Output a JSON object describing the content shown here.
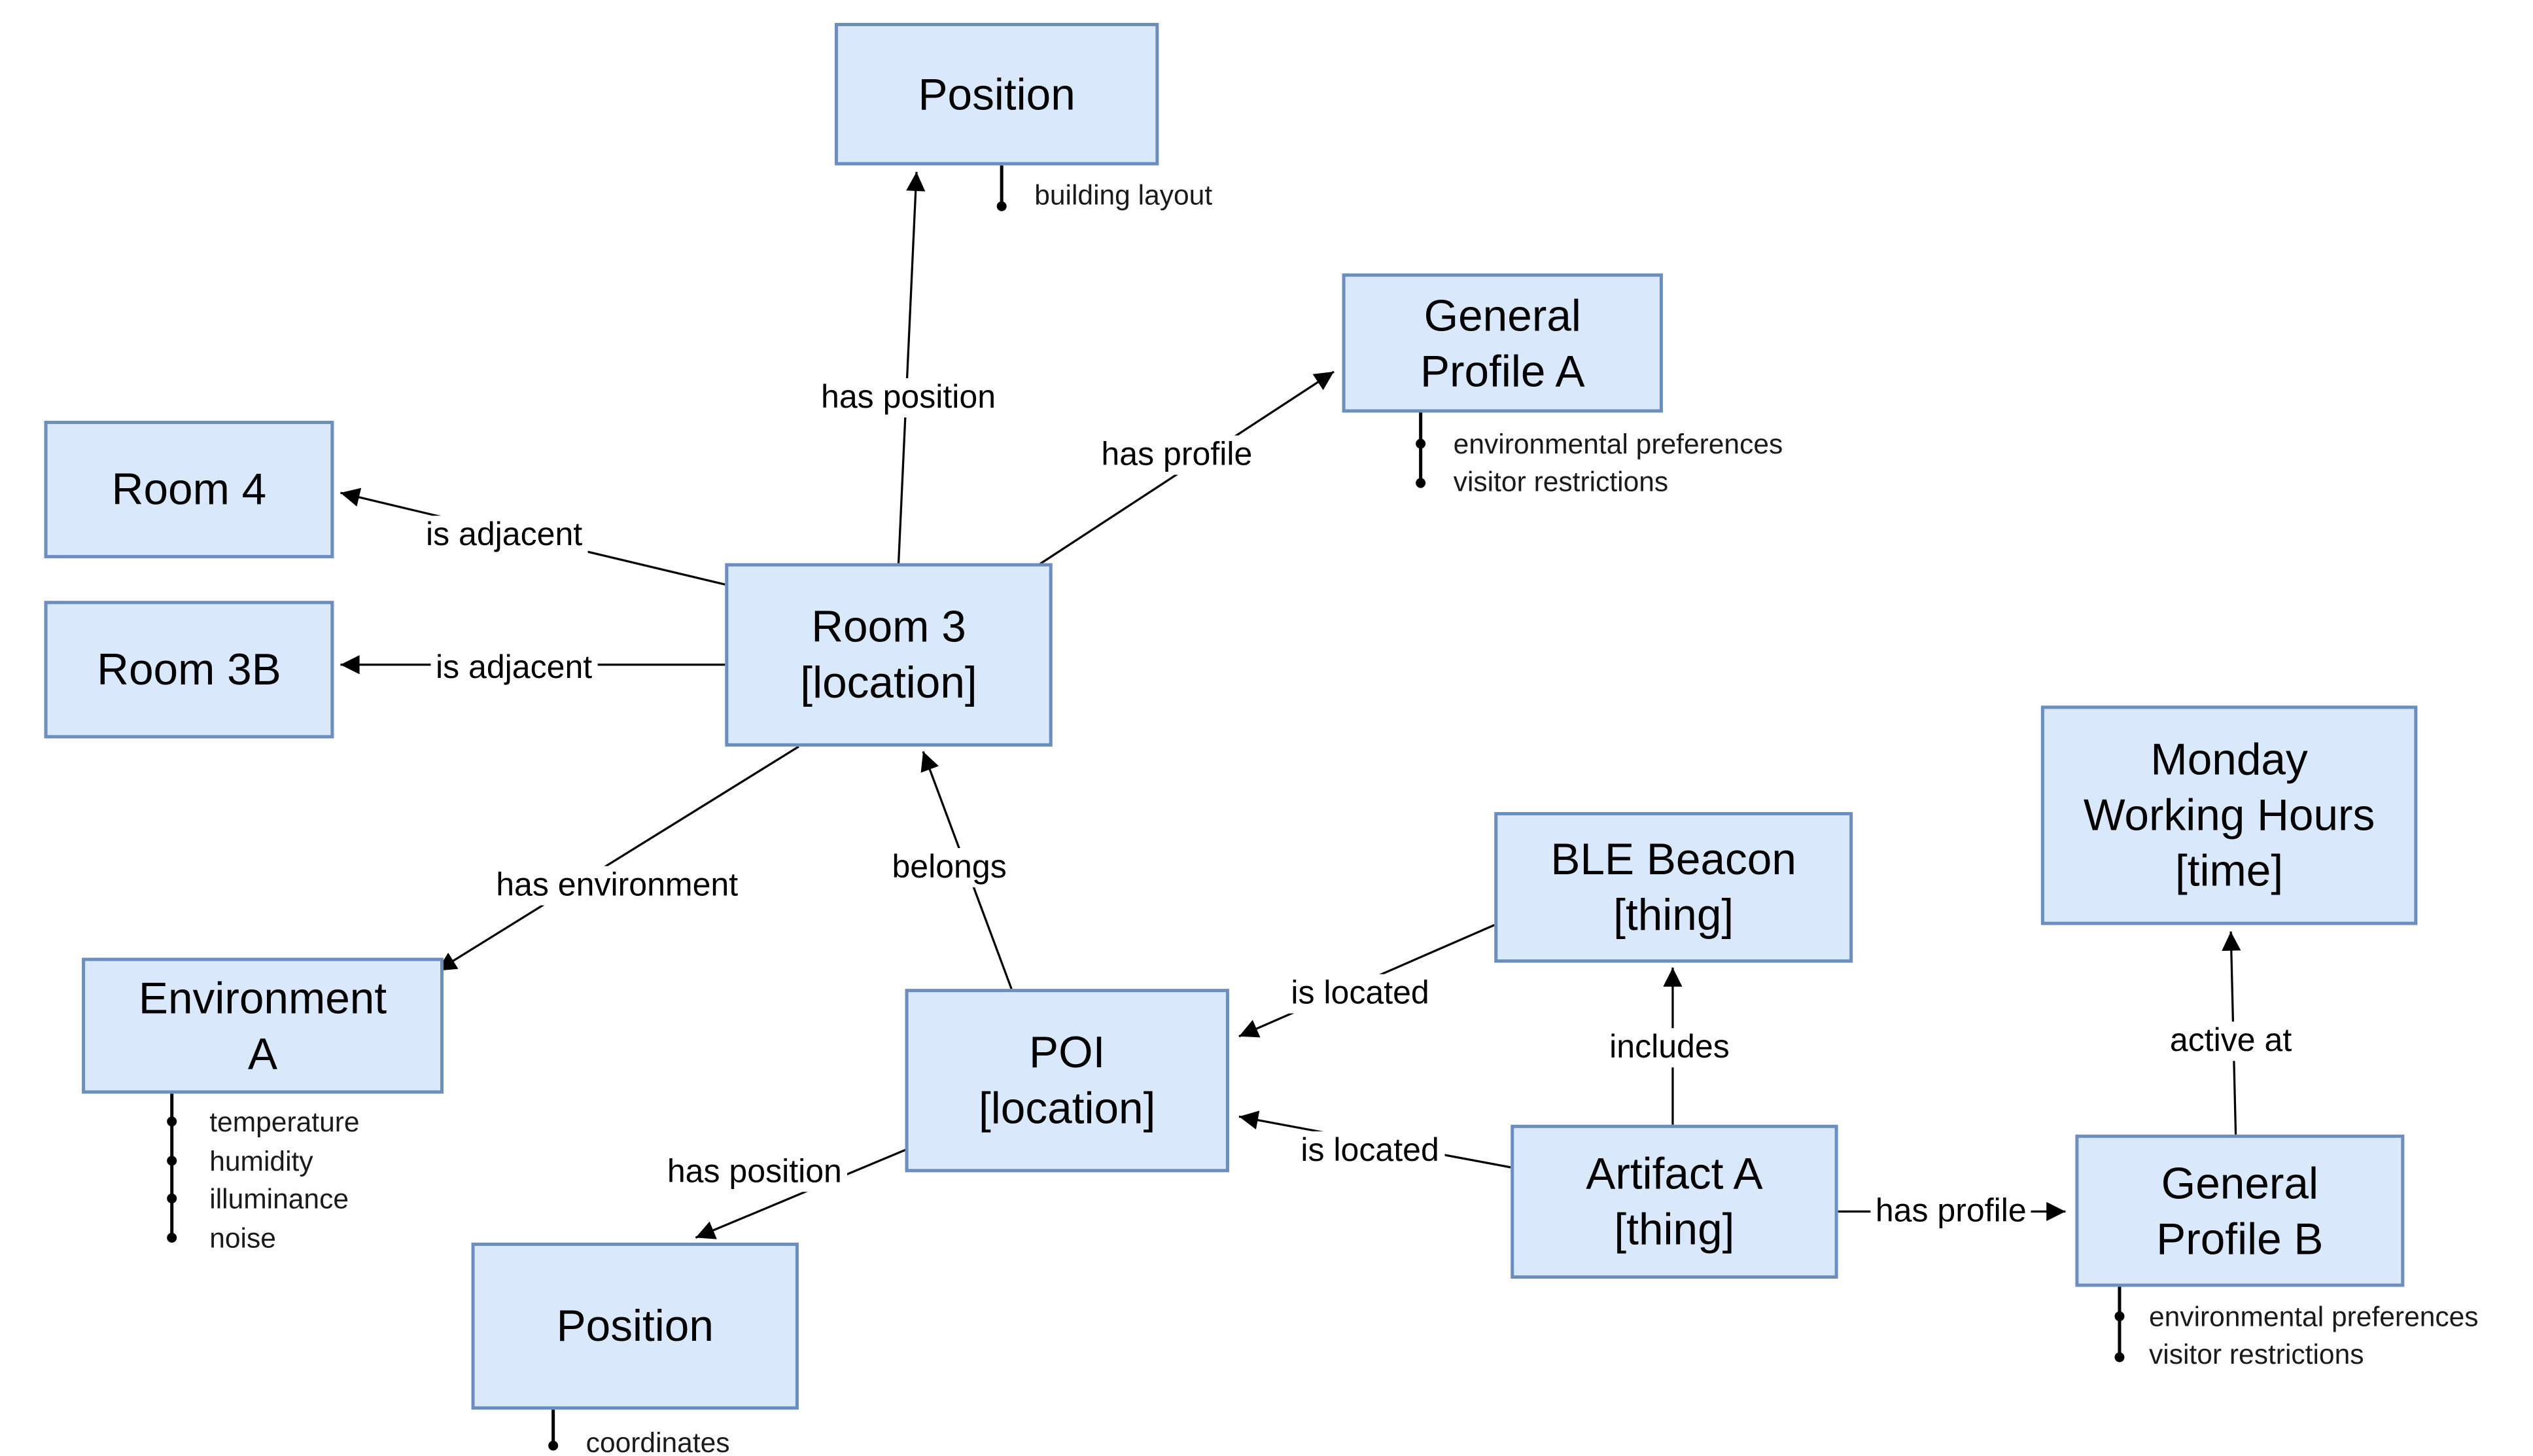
{
  "diagram": {
    "colors": {
      "background": "#ffffff",
      "node_fill": "#dae8fc",
      "node_stroke": "#6c8ebf",
      "edge": "#000000"
    },
    "nodes": {
      "position_top": {
        "lines": [
          "Position"
        ]
      },
      "general_profile_a": {
        "lines": [
          "General",
          "Profile A"
        ]
      },
      "room_4": {
        "lines": [
          "Room 4"
        ]
      },
      "room_3b": {
        "lines": [
          "Room 3B"
        ]
      },
      "room_3": {
        "lines": [
          "Room 3",
          "[location]"
        ]
      },
      "environment_a": {
        "lines": [
          "Environment",
          "A"
        ]
      },
      "poi": {
        "lines": [
          "POI",
          "[location]"
        ]
      },
      "position_bottom": {
        "lines": [
          "Position"
        ]
      },
      "ble_beacon": {
        "lines": [
          "BLE Beacon",
          "[thing]"
        ]
      },
      "artifact_a": {
        "lines": [
          "Artifact A",
          "[thing]"
        ]
      },
      "monday_working_hours": {
        "lines": [
          "Monday",
          "Working Hours",
          "[time]"
        ]
      },
      "general_profile_b": {
        "lines": [
          "General",
          "Profile B"
        ]
      }
    },
    "edge_labels": {
      "has_position_top": "has position",
      "has_profile_top": "has profile",
      "is_adjacent_top": "is adjacent",
      "is_adjacent_bottom": "is adjacent",
      "has_environment": "has environment",
      "belongs": "belongs",
      "has_position_bottom": "has position",
      "is_located_top": "is located",
      "is_located_bottom": "is located",
      "includes": "includes",
      "has_profile_bottom": "has profile",
      "active_at": "active at"
    },
    "attributes": {
      "position_top": [
        "building layout"
      ],
      "general_profile_a": [
        "environmental preferences",
        "visitor restrictions"
      ],
      "environment_a": [
        "temperature",
        "humidity",
        "illuminance",
        "noise"
      ],
      "position_bottom": [
        "coordinates"
      ],
      "general_profile_b": [
        "environmental preferences",
        "visitor restrictions"
      ]
    }
  }
}
